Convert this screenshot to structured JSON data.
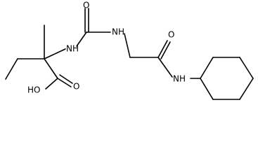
{
  "labels": {
    "nh_1": "NH",
    "nh_2": "NH",
    "nh_3": "NH",
    "oh": "HO",
    "o_carboxyl": "O",
    "o_urea": "O",
    "o_amide": "O"
  }
}
